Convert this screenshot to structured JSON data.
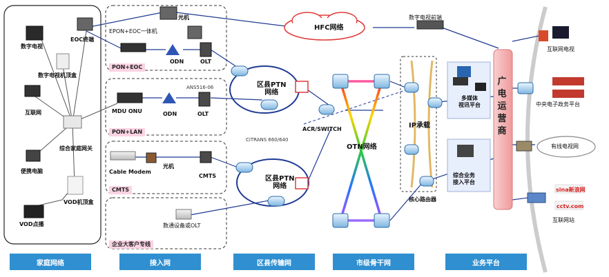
{
  "home": {
    "eoc_term": "EOC终端",
    "digital_tv": "数字电视",
    "dtv_stb": "数字电视机顶盒",
    "internet": "互联网",
    "laptop": "便携电脑",
    "gateway": "综合家庭网关",
    "vod_stb": "VOD机顶盒",
    "vod": "VOD点播"
  },
  "access": {
    "optical": "光机",
    "epon_eoc": "EPON+EOC一体机",
    "odn": "ODN",
    "olt": "OLT",
    "tag_pon_eoc": "PON+EOC",
    "ans": "ANS516-06",
    "mdu": "MDU ONU",
    "tag_pon_lan": "PON+LAN",
    "cable_modem": "Cable Modem",
    "optical2": "光机",
    "cmts": "CMTS",
    "tag_cmts": "CMTS",
    "enterprise_dev": "数通设备或OLT",
    "tag_enterprise": "企业大客户专线"
  },
  "transport": {
    "hfc": "HFC网络",
    "ptn1": "区县PTN\n网络",
    "ptn2": "区县PTN\n网络",
    "acr": "ACR/SWITCH",
    "citrans": "CiTRANS 660/640",
    "otn": "OTN网络",
    "ip_bearer": "IP承载",
    "core_router": "核心路由器"
  },
  "platform": {
    "dtv_headend": "数字电视前端",
    "multimedia": "多媒体\n视讯平台",
    "integrated": "综合业务\n接入平台",
    "operator": "广\n电\n运\n营\n商",
    "internet_tv": "互联网电视",
    "gov": "中央电子政务平台",
    "cable_tv": "有线电视网",
    "internet_site": "互联网站",
    "sina": "sina新浪网",
    "cctv": "cctv.com"
  },
  "tabs": [
    "家庭网络",
    "接入网",
    "区县传输网",
    "市级骨干网",
    "业务平台"
  ],
  "colors": {
    "tab_blue": "#2f8fd0",
    "tag_pink": "#fbd3e3",
    "operator_pink": "#f4a9aa",
    "link_blue": "#1f3a93",
    "otn_rainbow": [
      "#ff2a2a",
      "#ffd400",
      "#2ecc40",
      "#1f78ff",
      "#b24cff"
    ]
  }
}
